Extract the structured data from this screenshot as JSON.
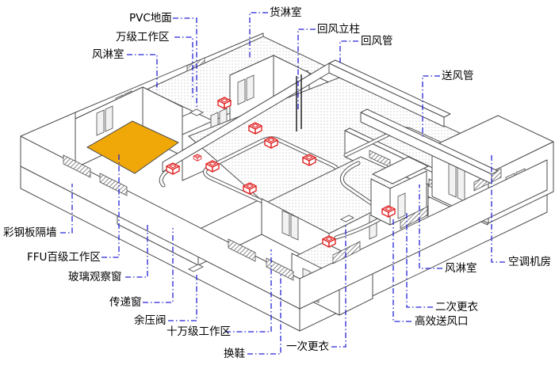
{
  "description": "Isometric cutaway diagram of a cleanroom facility with Chinese callout labels",
  "colors": {
    "leader_blue": "#2424d6",
    "outlet_red": "#e02323",
    "highlight_orange": "#f0a808",
    "line_gray": "#4d4d4d",
    "background": "#ffffff"
  },
  "labels": [
    {
      "id": "pvc-floor",
      "text": "PVC地面"
    },
    {
      "id": "class-10k-area",
      "text": "万级工作区"
    },
    {
      "id": "air-shower-left",
      "text": "风淋室"
    },
    {
      "id": "cargo-shower",
      "text": "货淋室"
    },
    {
      "id": "return-air-column",
      "text": "回风立柱"
    },
    {
      "id": "return-air-duct",
      "text": "回风管"
    },
    {
      "id": "supply-air-duct",
      "text": "送风管"
    },
    {
      "id": "steel-panel-wall",
      "text": "彩钢板隔墙"
    },
    {
      "id": "ffu-class-100-area",
      "text": "FFU百级工作区"
    },
    {
      "id": "glass-window",
      "text": "玻璃观察窗"
    },
    {
      "id": "pass-through-window",
      "text": "传递窗"
    },
    {
      "id": "pressure-relief-valve",
      "text": "余压阀"
    },
    {
      "id": "class-100k-area",
      "text": "十万级工作区"
    },
    {
      "id": "shoe-change",
      "text": "换鞋"
    },
    {
      "id": "first-changing-room",
      "text": "一次更衣"
    },
    {
      "id": "hepa-supply-outlet",
      "text": "高效送风口"
    },
    {
      "id": "second-changing-room",
      "text": "二次更衣"
    },
    {
      "id": "air-shower-right",
      "text": "风淋室"
    },
    {
      "id": "ahu-room",
      "text": "空调机房"
    }
  ]
}
